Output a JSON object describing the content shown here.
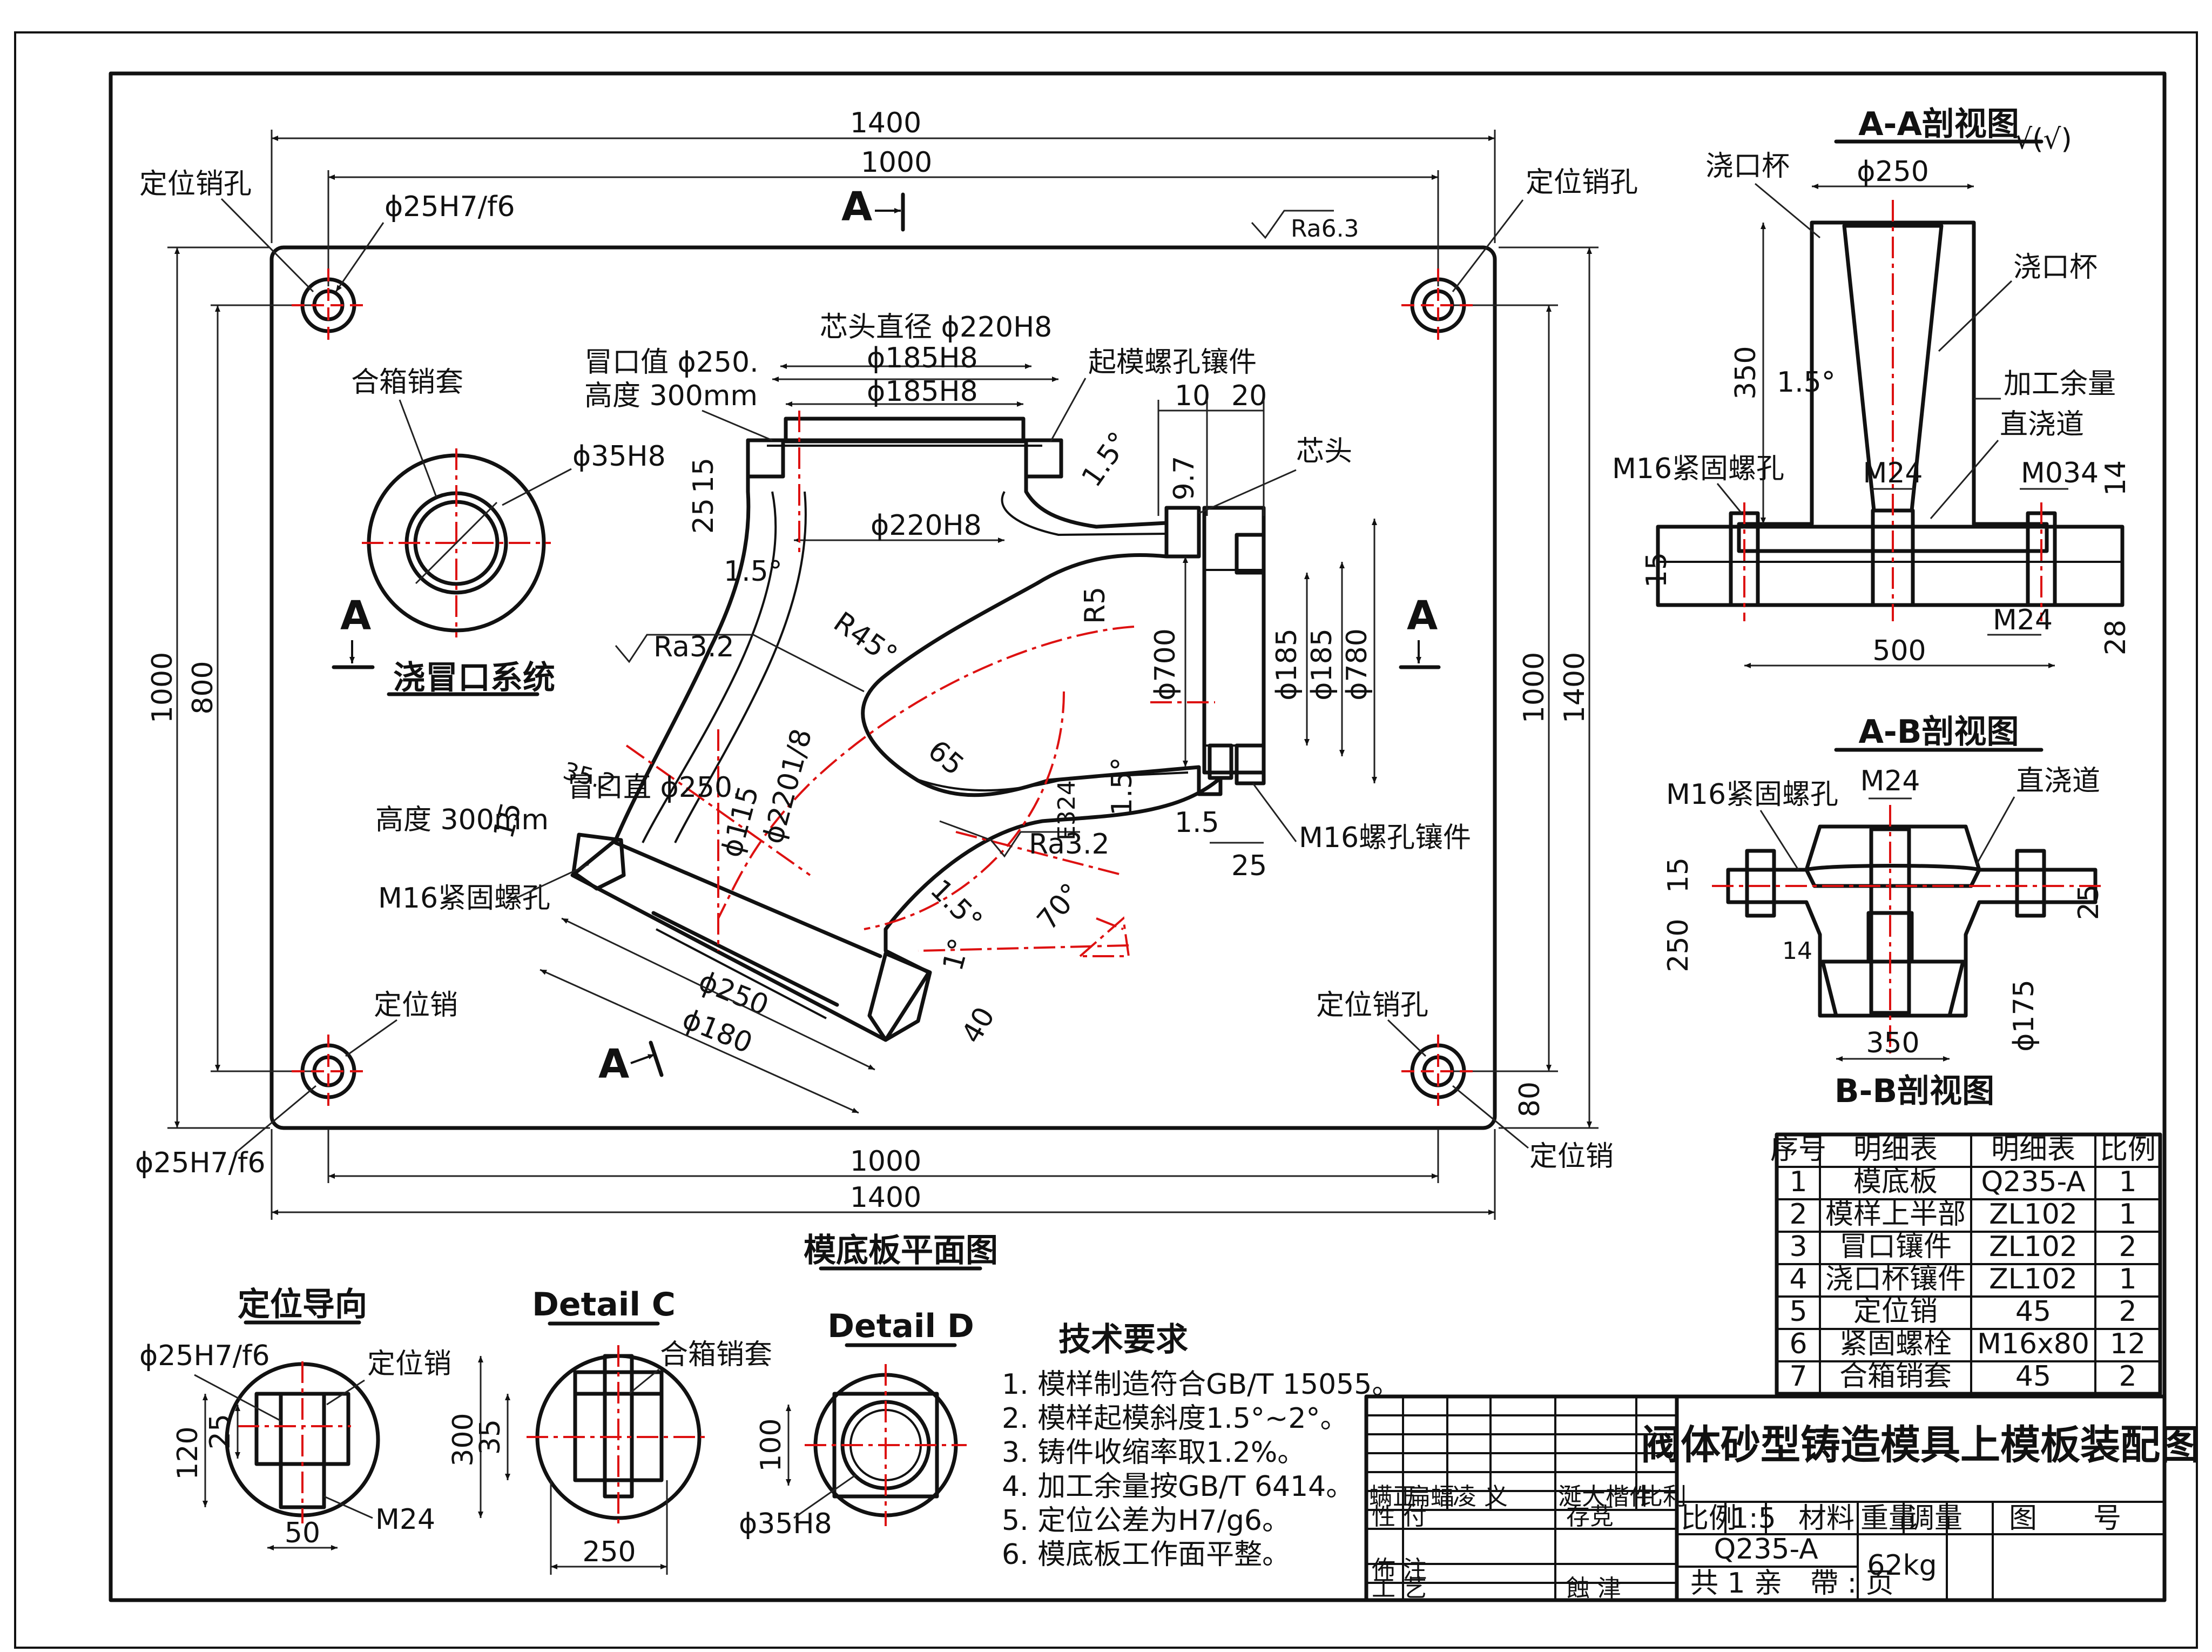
{
  "plan": {
    "title": "模底板平面图",
    "dim_outer_1400": "1400",
    "dim_inner_1000": "1000",
    "dim_left_1000": "1000",
    "dim_left_800": "800",
    "dim_right_1000": "1000",
    "dim_right_1400": "1400",
    "dim_bottom_80": "80",
    "roughness_plate": "Ra6.3",
    "section_mark_a": "A",
    "pin_hole_tl": "定位销孔",
    "pin_hole_tl_fit": "ϕ25H7/f6",
    "pin_hole_tr": "定位销孔",
    "pin_bl": "定位销",
    "pin_bl_fit": "ϕ25H7/f6",
    "pin_hole_br": "定位销孔",
    "pin_br": "定位销",
    "sleeve_label": "合箱销套",
    "sleeve_fit": "ϕ35H8",
    "system_label": "浇冒口系统",
    "riser_top_1": "冒口值 ϕ250.",
    "riser_top_2": "高度 300mm",
    "riser_bot_1": "冒口直 ϕ250.",
    "riser_bot_2": "高度 300mm",
    "core_head_dia": "芯头直径 ϕ220H8",
    "d185_1": "ϕ185H8",
    "d185_2": "ϕ185H8",
    "d220": "ϕ220H8",
    "lift_insert": "起模螺孔镶件",
    "core_head": "芯头",
    "dim_10": "10",
    "dim_20": "20",
    "dim_15": "15",
    "dim_25": "25",
    "dim_97": "9.7",
    "draft_15a": "1.5°",
    "draft_15b": "1.5°",
    "draft_15c": "1.5°",
    "draft_15d": "1.5°",
    "r45": "R45°",
    "r5": "R5",
    "ra32a": "Ra3.2",
    "ra32b": "Ra3.2",
    "d700": "ϕ700",
    "d185v1": "ϕ185",
    "d185v2": "ϕ185",
    "d780": "ϕ780",
    "d2201": "ϕ2201/8",
    "d65": "65",
    "d115": "ϕ115",
    "d324": "E324",
    "d352": "35.2",
    "m16_insert": "M16螺孔镶件",
    "m16_fasten": "M16紧固螺孔",
    "d15b": "1.5",
    "d25b": "25",
    "d15s": "15",
    "ang70": "70°",
    "one_deg": "1°",
    "d40": "40",
    "d250": "ϕ250",
    "d180": "ϕ180"
  },
  "aa": {
    "title": "A-A剖视图",
    "roughness": "√(√)",
    "cup1": "浇口杯",
    "cup2": "浇口杯",
    "d250": "ϕ250",
    "allowance": "加工余量",
    "sprue": "直浇道",
    "dim350": "350",
    "draft": "1.5°",
    "m16": "M16紧固螺孔",
    "m24a": "M24",
    "m034": "M034",
    "d14": "14",
    "d15": "15",
    "m24b": "M24",
    "d28": "28",
    "d500": "500"
  },
  "ab": {
    "title": "A-B剖视图",
    "m16": "M16紧固螺孔",
    "m24": "M24",
    "sprue": "直浇道",
    "d15": "15",
    "d250": "250",
    "d25": "25",
    "d14": "14",
    "d350": "350",
    "d175": "ϕ175",
    "bb_title": "B-B剖视图"
  },
  "guide": {
    "title": "定位导向",
    "fit": "ϕ25H7/f6",
    "pin": "定位销",
    "d120": "120",
    "d25": "25",
    "d50": "50",
    "m24": "M24"
  },
  "detail_c": {
    "title": "Detail C",
    "sleeve": "合箱销套",
    "d300": "300",
    "d35": "35",
    "d250": "250"
  },
  "detail_d": {
    "title": "Detail D",
    "d100": "100",
    "fit": "ϕ35H8"
  },
  "requirements": {
    "title": "技术要求",
    "items": [
      "1. 模样制造符合GB/T 15055。",
      "2. 模样起模斜度1.5°~2°。",
      "3. 铸件收缩率取1.2%。",
      "4. 加工余量按GB/T 6414。",
      "5. 定位公差为H7/g6。",
      "6. 模底板工作面平整。"
    ]
  },
  "bom": {
    "headers": [
      "序号",
      "明细表",
      "明细表",
      "比例"
    ],
    "rows": [
      [
        "1",
        "模底板",
        "Q235-A",
        "1"
      ],
      [
        "2",
        "模样上半部",
        "ZL102",
        "1"
      ],
      [
        "3",
        "冒口镶件",
        "ZL102",
        "2"
      ],
      [
        "4",
        "浇口杯镶件",
        "ZL102",
        "1"
      ],
      [
        "5",
        "定位销",
        "45",
        "2"
      ],
      [
        "6",
        "紧固螺栓",
        "M16x80",
        "12"
      ],
      [
        "7",
        "合箱销套",
        "45",
        "2"
      ]
    ]
  },
  "title_block": {
    "drawing_title": "阀体砂型铸造模具上模板装配图",
    "row_labels": [
      "螨正",
      "扁蝠",
      "凌 义",
      "涎大楷件",
      "比利"
    ],
    "designer": "性 付",
    "checker": "存莌",
    "std": "佈 注",
    "process": "工 艺",
    "approve": "蝕 津",
    "scale_label": "比例",
    "scale_value": "1:5",
    "material_label": "材料",
    "weight_label": "重量",
    "adjust_label": "调量",
    "drawing_no_label": "图　　号",
    "material_value": "Q235-A",
    "weight_value": "62kg",
    "sheets": "共 1 亲　帶 : 页"
  }
}
